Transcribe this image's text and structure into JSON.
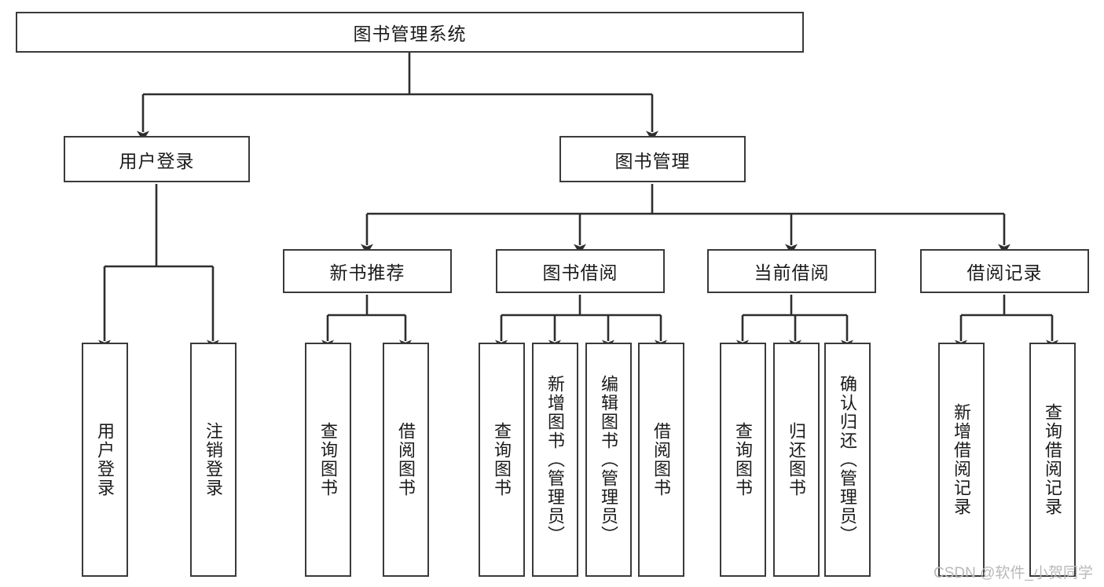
{
  "diagram": {
    "type": "tree-hierarchy-flowchart",
    "title": "图书管理系统",
    "orientation": "top-down",
    "levels": 3,
    "root": {
      "id": "root",
      "label": "图书管理系统",
      "text_orientation": "horizontal"
    },
    "level1": [
      {
        "id": "user-login",
        "label": "用户登录",
        "text_orientation": "horizontal"
      },
      {
        "id": "book-manage",
        "label": "图书管理",
        "text_orientation": "horizontal"
      }
    ],
    "level2": [
      {
        "id": "new-book-rec",
        "label": "新书推荐",
        "parent": "book-manage",
        "text_orientation": "horizontal"
      },
      {
        "id": "book-borrow",
        "label": "图书借阅",
        "parent": "book-manage",
        "text_orientation": "horizontal"
      },
      {
        "id": "current-borrow",
        "label": "当前借阅",
        "parent": "book-manage",
        "text_orientation": "horizontal"
      },
      {
        "id": "borrow-record",
        "label": "借阅记录",
        "parent": "book-manage",
        "text_orientation": "horizontal"
      }
    ],
    "leaves": [
      {
        "id": "leaf-user-login",
        "label": "用户登录",
        "parent": "user-login",
        "text_orientation": "vertical"
      },
      {
        "id": "leaf-logout",
        "label": "注销登录",
        "parent": "user-login",
        "text_orientation": "vertical"
      },
      {
        "id": "leaf-query-book-1",
        "label": "查询图书",
        "parent": "new-book-rec",
        "text_orientation": "vertical"
      },
      {
        "id": "leaf-borrow-book-1",
        "label": "借阅图书",
        "parent": "new-book-rec",
        "text_orientation": "vertical"
      },
      {
        "id": "leaf-query-book-2",
        "label": "查询图书",
        "parent": "book-borrow",
        "text_orientation": "vertical"
      },
      {
        "id": "leaf-add-book",
        "label": "新增图书（管理员）",
        "parent": "book-borrow",
        "text_orientation": "vertical"
      },
      {
        "id": "leaf-edit-book",
        "label": "编辑图书（管理员）",
        "parent": "book-borrow",
        "text_orientation": "vertical"
      },
      {
        "id": "leaf-borrow-book-2",
        "label": "借阅图书",
        "parent": "book-borrow",
        "text_orientation": "vertical"
      },
      {
        "id": "leaf-query-book-3",
        "label": "查询图书",
        "parent": "current-borrow",
        "text_orientation": "vertical"
      },
      {
        "id": "leaf-return-book",
        "label": "归还图书",
        "parent": "current-borrow",
        "text_orientation": "vertical"
      },
      {
        "id": "leaf-confirm-return",
        "label": "确认归还（管理员）",
        "parent": "current-borrow",
        "text_orientation": "vertical"
      },
      {
        "id": "leaf-add-record",
        "label": "新增借阅记录",
        "parent": "borrow-record",
        "text_orientation": "vertical"
      },
      {
        "id": "leaf-query-record",
        "label": "查询借阅记录",
        "parent": "borrow-record",
        "text_orientation": "vertical"
      }
    ],
    "colors": {
      "background": "#ffffff",
      "box_fill": "#ffffff",
      "box_stroke": "#3a3a3a",
      "edge_stroke": "#2e2e2e",
      "text": "#1b1b1b",
      "watermark": "#b9b9b9"
    }
  },
  "watermark": {
    "text": "CSDN @软件_小贺同学"
  }
}
